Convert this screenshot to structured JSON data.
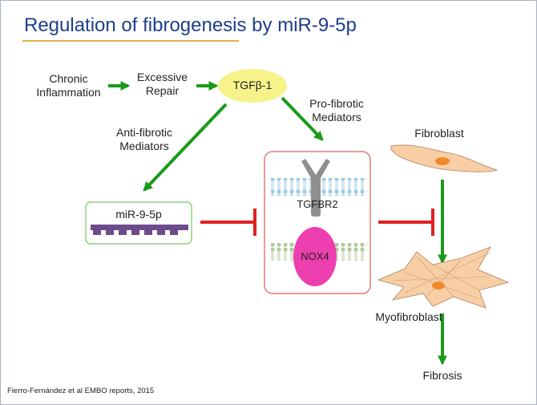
{
  "slide": {
    "title": "Regulation of fibrogenesis by miR-9-5p",
    "citation": "Fierro-Fernández et al EMBO reports, 2015"
  },
  "nodes": {
    "chronic_inflammation": {
      "line1": "Chronic",
      "line2": "Inflammation"
    },
    "excessive_repair": {
      "line1": "Excessive",
      "line2": "Repair"
    },
    "tgfb1": "TGFβ-1",
    "anti_fibrotic": {
      "line1": "Anti-fibrotic",
      "line2": "Mediators"
    },
    "pro_fibrotic": {
      "line1": "Pro-fibrotic",
      "line2": "Mediators"
    },
    "mir": "miR-9-5p",
    "tgfbr2": "TGFBR2",
    "nox4": "NOX4",
    "fibroblast": "Fibroblast",
    "myofibroblast": "Myofibroblast",
    "fibrosis": "Fibrosis"
  },
  "colors": {
    "title": "#1f3f8a",
    "title_underline": "#e0b14a",
    "activation_arrow": "#1a9a1a",
    "inhibition": "#e02020",
    "tgfb_ellipse": "#f7f28a",
    "nox4": "#ee3fb0",
    "receptor": "#8f8f8f",
    "membrane_blue": "#9ccbe0",
    "membrane_green": "#b3c99a",
    "mirna": "#6e4c8c",
    "cell_fill": "#f8cfa4",
    "nucleus": "#f08a2a"
  }
}
